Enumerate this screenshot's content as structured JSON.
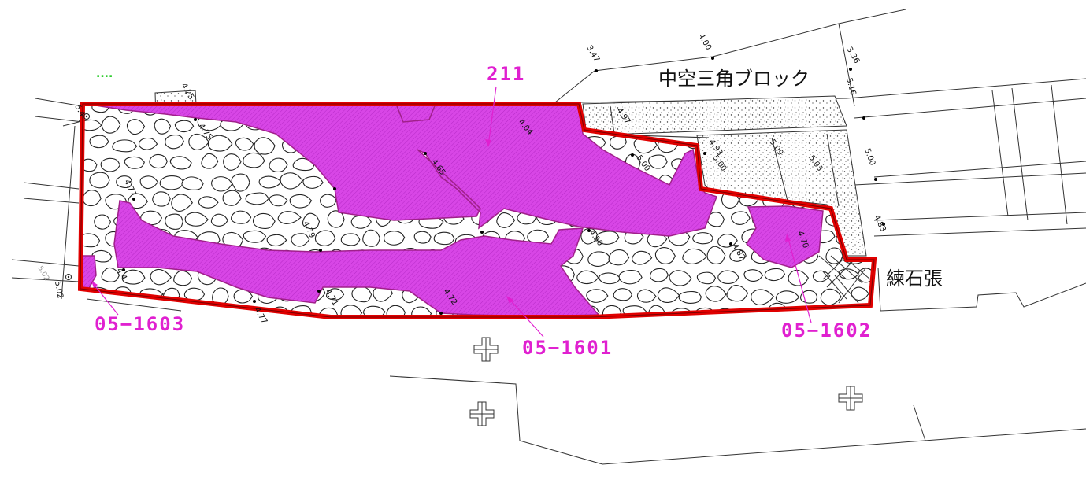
{
  "labels": {
    "zone_211": "211",
    "zone_1601": "05−1601",
    "zone_1602": "05−1602",
    "zone_1603": "05−1603",
    "hollow_block": "中空三角ブロック",
    "masonry": "練石張",
    "green_mark": "...."
  },
  "elevations": {
    "e1": "4.25",
    "e2": "4.00",
    "e3": "3.47",
    "e4": "3.36",
    "e5": "5.16",
    "e6": "4.04",
    "e7": "4.97",
    "e8": "4.75",
    "e9": "4.65",
    "e10": "5.00",
    "e11": "4.93",
    "e12": "5.00",
    "e13": "5.09",
    "e14": "5.03",
    "e15": "5.00",
    "e16": "4.83",
    "e17": "4.77",
    "e18": "4.79",
    "e19": "4.50",
    "e20": "4.87",
    "e21": "4.70",
    "e22": "4.71",
    "e23": "4.72",
    "e24": "4.77",
    "e25": "5.02",
    "e26": "5.4",
    "e27": "5.02",
    "e28": "4.4"
  },
  "colors": {
    "boundary": "#e00000",
    "zone_fill": "#d040e0",
    "zone_label": "#e020d0"
  }
}
